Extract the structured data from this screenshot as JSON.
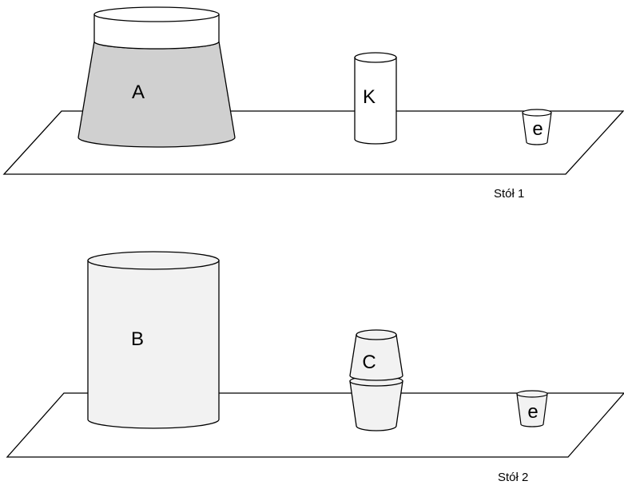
{
  "tables": [
    {
      "label": "Stół 1",
      "objects": [
        {
          "id": "A",
          "label": "A",
          "shape": "truncated-cone-with-white-cap",
          "fill": "#d0d0d0"
        },
        {
          "id": "K",
          "label": "K",
          "shape": "cylinder",
          "fill": "#ffffff"
        },
        {
          "id": "e1",
          "label": "e",
          "shape": "small-cup",
          "fill": "#ffffff"
        }
      ]
    },
    {
      "label": "Stół 2",
      "objects": [
        {
          "id": "B",
          "label": "B",
          "shape": "cylinder",
          "fill": "#f2f2f2"
        },
        {
          "id": "C",
          "label": "C",
          "shape": "two-stacked-cups",
          "fill": "#f2f2f2"
        },
        {
          "id": "e2",
          "label": "e",
          "shape": "small-cup",
          "fill": "#f2f2f2"
        }
      ]
    }
  ],
  "colors": {
    "stroke": "#000000",
    "gray": "#d0d0d0",
    "light": "#f2f2f2",
    "white": "#ffffff"
  }
}
